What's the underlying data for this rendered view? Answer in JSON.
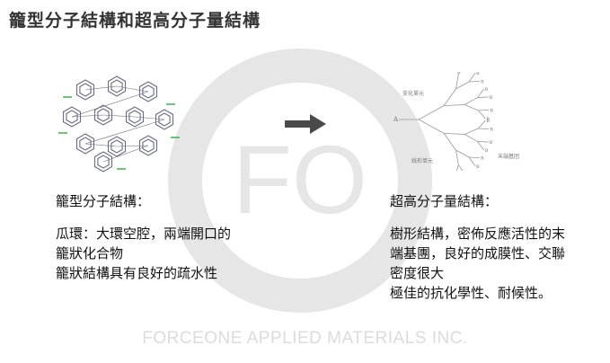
{
  "title": "籠型分子結構和超高分子量結構",
  "watermark": {
    "logo_text": "FO",
    "company": "FORCEONE APPLIED MATERIALS INC."
  },
  "left": {
    "heading": "籠型分子結構：",
    "lines": [
      "瓜環：大環空腔，兩端開口的",
      "籠狀化合物",
      "籠狀結構具有良好的疏水性"
    ]
  },
  "right": {
    "heading": "超高分子量結構：",
    "lines": [
      "樹形結構，密佈反應活性的末",
      "端基團，良好的成膜性、交聯",
      "密度很大",
      "極佳的抗化學性、耐候性。"
    ]
  },
  "diagram": {
    "root_label": "A",
    "top_label": "支化單元",
    "bottom_label": "线形单元",
    "end_label": "末端基团",
    "branch_label": "B"
  },
  "colors": {
    "arrow": "#4a4a4a",
    "watermark": "#e2e2e2"
  }
}
